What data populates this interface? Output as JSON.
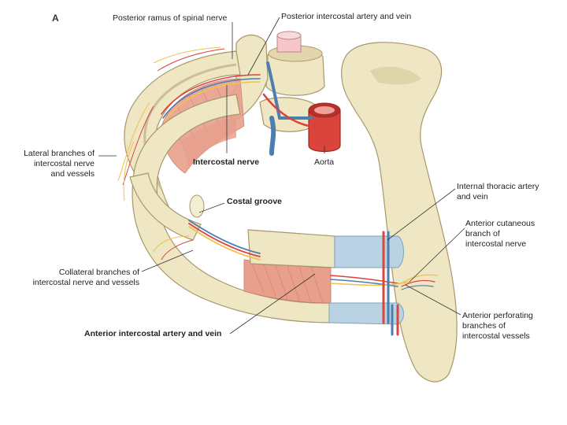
{
  "figure": {
    "panel_letter": "A",
    "labels": {
      "posterior_ramus": "Posterior ramus of spinal nerve",
      "posterior_intercostal": "Posterior intercostal artery and vein",
      "lateral_branches_1": "Lateral branches of",
      "lateral_branches_2": "intercostal nerve",
      "lateral_branches_3": "and vessels",
      "intercostal_nerve": "Intercostal nerve",
      "aorta": "Aorta",
      "costal_groove": "Costal groove",
      "internal_thoracic_1": "Internal thoracic artery",
      "internal_thoracic_2": "and vein",
      "anterior_cutaneous_1": "Anterior cutaneous",
      "anterior_cutaneous_2": "branch of",
      "anterior_cutaneous_3": "intercostal nerve",
      "collateral_1": "Collateral branches of",
      "collateral_2": "intercostal nerve and vessels",
      "anterior_perforating_1": "Anterior perforating",
      "anterior_perforating_2": "branches of",
      "anterior_perforating_3": "intercostal vessels",
      "anterior_intercostal": "Anterior intercostal artery and vein"
    },
    "colors": {
      "bone": "#efe6c4",
      "bone_shadow": "#cdbf93",
      "muscle": "#e8a08c",
      "artery": "#d9453c",
      "vein": "#4a7fb0",
      "nerve": "#f2c14e",
      "cartilage": "#b9d3e4"
    }
  }
}
